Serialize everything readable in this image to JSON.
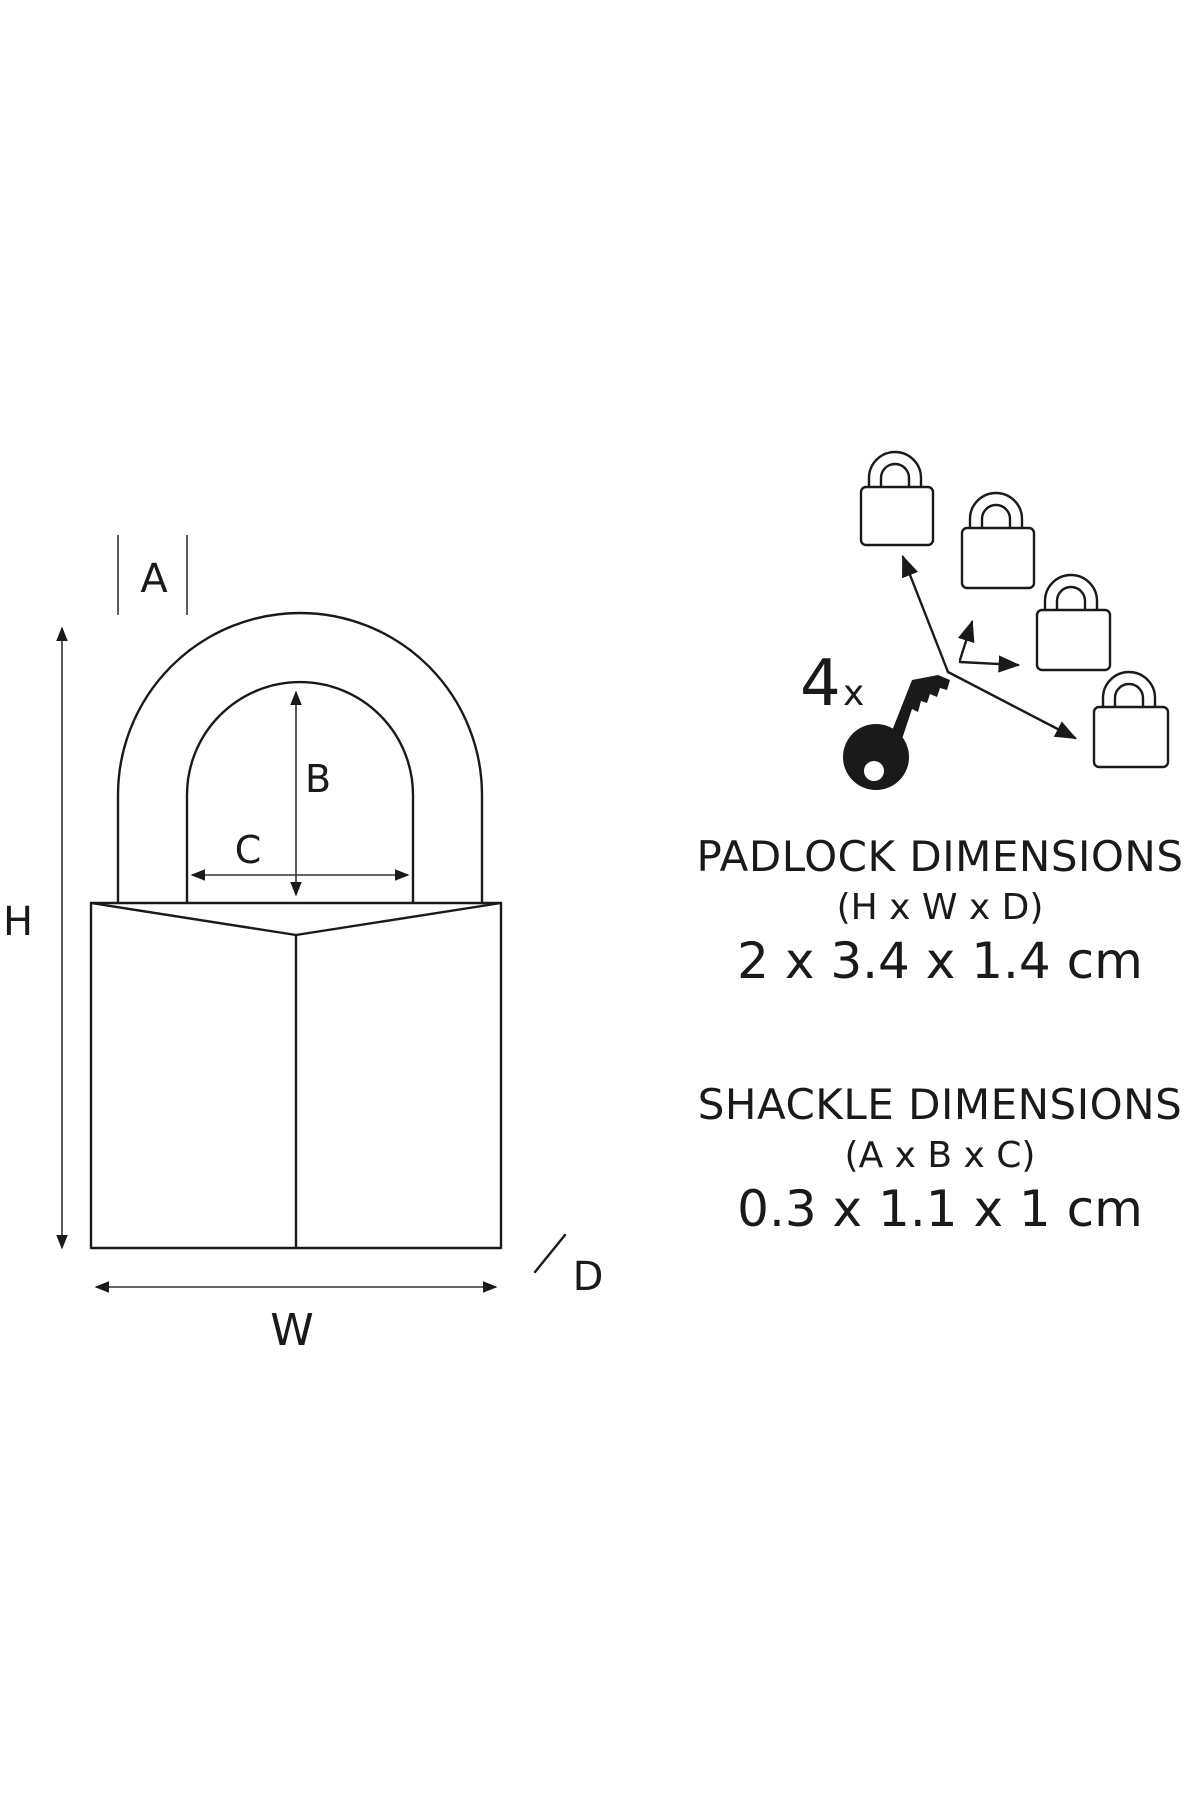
{
  "diagram": {
    "labels": {
      "a": "A",
      "b": "B",
      "c": "C",
      "h": "H",
      "w": "W",
      "d": "D"
    },
    "key_count": "4",
    "key_count_suffix": "x"
  },
  "padlock": {
    "title": "PADLOCK DIMENSIONS",
    "axes": "(H x W x D)",
    "value": "2 x 3.4 x 1.4 cm"
  },
  "shackle": {
    "title": "SHACKLE DIMENSIONS",
    "axes": "(A x B x C)",
    "value": "0.3 x 1.1 x 1 cm"
  }
}
